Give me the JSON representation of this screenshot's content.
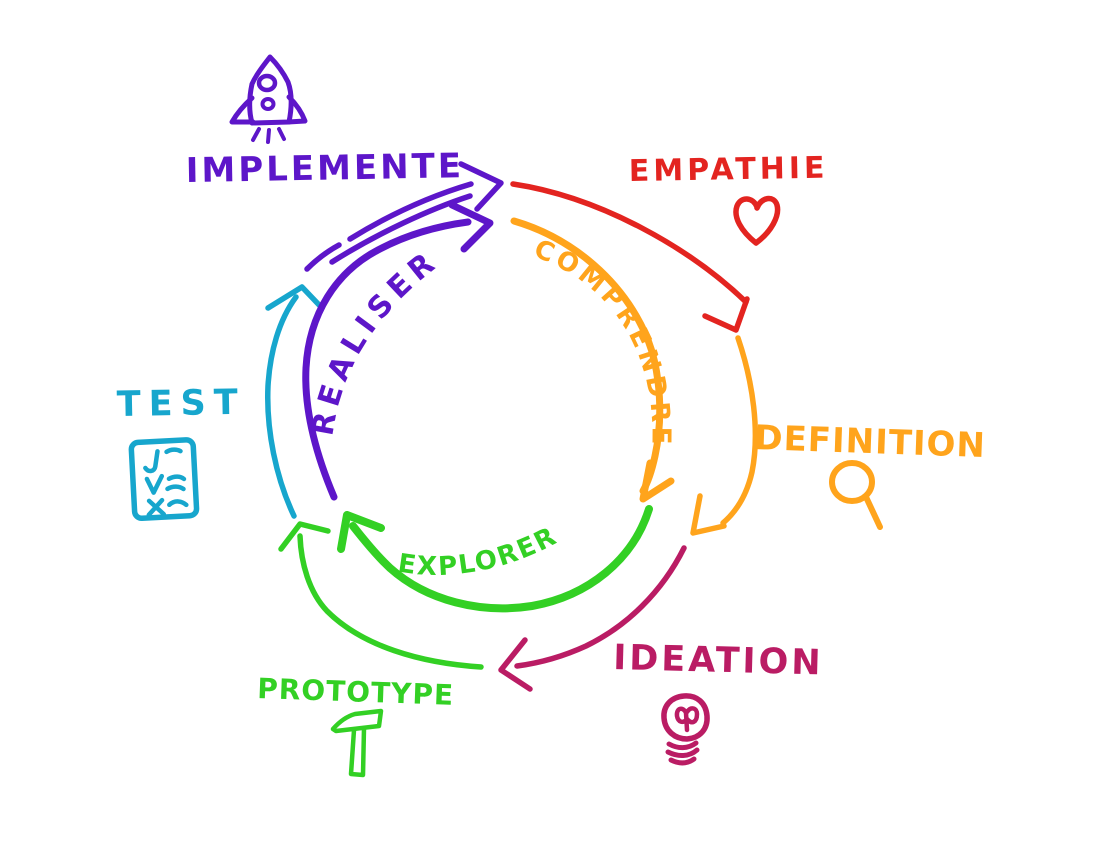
{
  "diagram": {
    "type": "cycle",
    "outer_stages": [
      {
        "label": "EMPATHIE",
        "color": "#e32420",
        "icon": "heart"
      },
      {
        "label": "DEFINITION",
        "color": "#ffa41c",
        "icon": "magnifying-glass"
      },
      {
        "label": "IDEATION",
        "color": "#ba1c64",
        "icon": "lightbulb"
      },
      {
        "label": "PROTOTYPE",
        "color": "#33d024",
        "icon": "hammer"
      },
      {
        "label": "TEST",
        "color": "#17a6cd",
        "icon": "checklist"
      },
      {
        "label": "IMPLEMENTE",
        "color": "#5d16c9",
        "icon": "rocket"
      }
    ],
    "inner_stages": [
      {
        "label": "REALISER",
        "color": "#5d16c9"
      },
      {
        "label": "COMPRENDRE",
        "color": "#ffa41c"
      },
      {
        "label": "EXPLORER",
        "color": "#33d024"
      }
    ]
  }
}
